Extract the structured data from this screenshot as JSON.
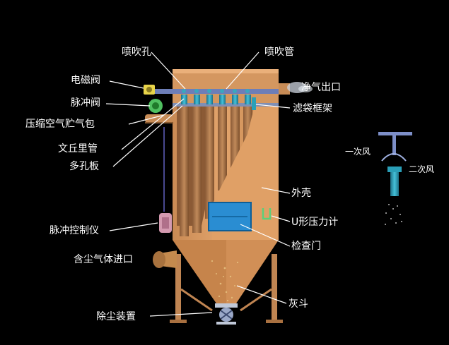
{
  "labels": {
    "spray_hole": "喷吹孔",
    "spray_pipe": "喷吹管",
    "solenoid_valve": "电磁阀",
    "clean_gas_outlet": "净气出口",
    "pulse_valve": "脉冲阀",
    "bag_frame": "滤袋框架",
    "air_tank": "压缩空气贮气包",
    "venturi": "文丘里管",
    "perforated_plate": "多孔板",
    "shell": "外壳",
    "u_gauge": "U形压力计",
    "pulse_controller": "脉冲控制仪",
    "inspection_door": "检查门",
    "dusty_inlet": "含尘气体进口",
    "ash_hopper": "灰斗",
    "dust_discharge": "除尘装置",
    "primary_air": "一次风",
    "secondary_air": "二次风"
  },
  "colors": {
    "background": "#000000",
    "body": "#d9975e",
    "body_dark": "#a86c3a",
    "bag": "#b07a4c",
    "pipe": "#5f6fa8",
    "nozzle": "#2a9fb8",
    "door": "#2f8fd0",
    "green": "#58c060",
    "frame": "#e6a56e",
    "leader": "#ffffff"
  },
  "icons": [
    "solenoid-valve-icon",
    "air-tank-icon",
    "pulse-controller-icon",
    "discharge-valve-icon",
    "nozzle-icon"
  ]
}
